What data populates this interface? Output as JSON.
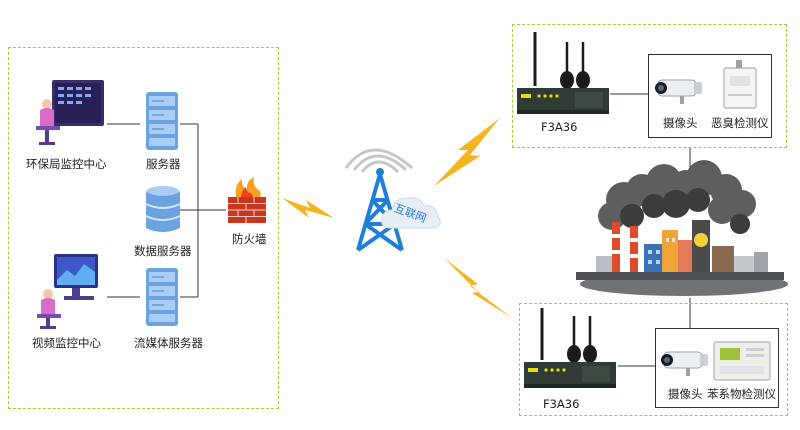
{
  "left_panel": {
    "epb_center": "环保局监控中心",
    "server": "服务器",
    "data_server": "数据服务器",
    "firewall": "防火墙",
    "video_center": "视频监控中心",
    "media_server": "流媒体服务器"
  },
  "network": {
    "cloud_label": "互联网"
  },
  "top_site": {
    "router_label": "F3A36",
    "camera_label": "摄像头",
    "sensor_label": "恶臭检测仪"
  },
  "bottom_site": {
    "router_label": "F3A36",
    "camera_label": "摄像头",
    "sensor_label": "苯系物检测仪"
  },
  "colors": {
    "dashed_border": "#a8c93c",
    "tower_blue": "#1e7fd6",
    "lightning_yellow": "#f6b322",
    "router_body": "#2f3b34",
    "smoke_gray": "#5e5e5e"
  }
}
